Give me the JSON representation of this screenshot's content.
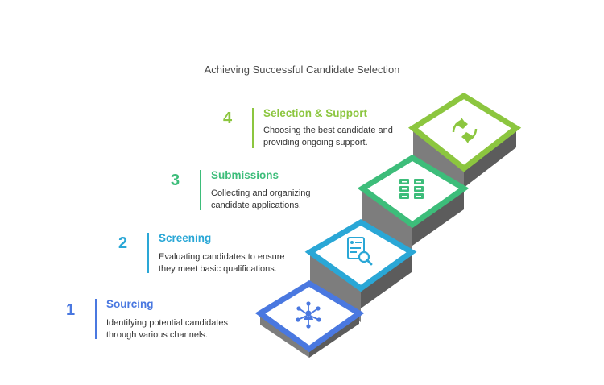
{
  "title": "Achieving Successful Candidate Selection",
  "colors": {
    "step1": "#4a78e0",
    "step2": "#2aa7d6",
    "step3": "#3dbd7a",
    "step4": "#8cc63f",
    "stair_side": "#7d7d7d",
    "stair_front": "#5c5c5c"
  },
  "steps": [
    {
      "number": "1",
      "title": "Sourcing",
      "description_line1": "Identifying potential candidates",
      "description_line2": "through various channels.",
      "icon": "network-people-icon"
    },
    {
      "number": "2",
      "title": "Screening",
      "description_line1": "Evaluating candidates to ensure",
      "description_line2": "they meet basic qualifications.",
      "icon": "document-search-icon"
    },
    {
      "number": "3",
      "title": "Submissions",
      "description_line1": "Collecting and organizing",
      "description_line2": "candidate applications.",
      "icon": "organize-files-icon"
    },
    {
      "number": "4",
      "title": "Selection & Support",
      "description_line1": "Choosing the best candidate and",
      "description_line2": "providing ongoing support.",
      "icon": "handshake-icon"
    }
  ]
}
